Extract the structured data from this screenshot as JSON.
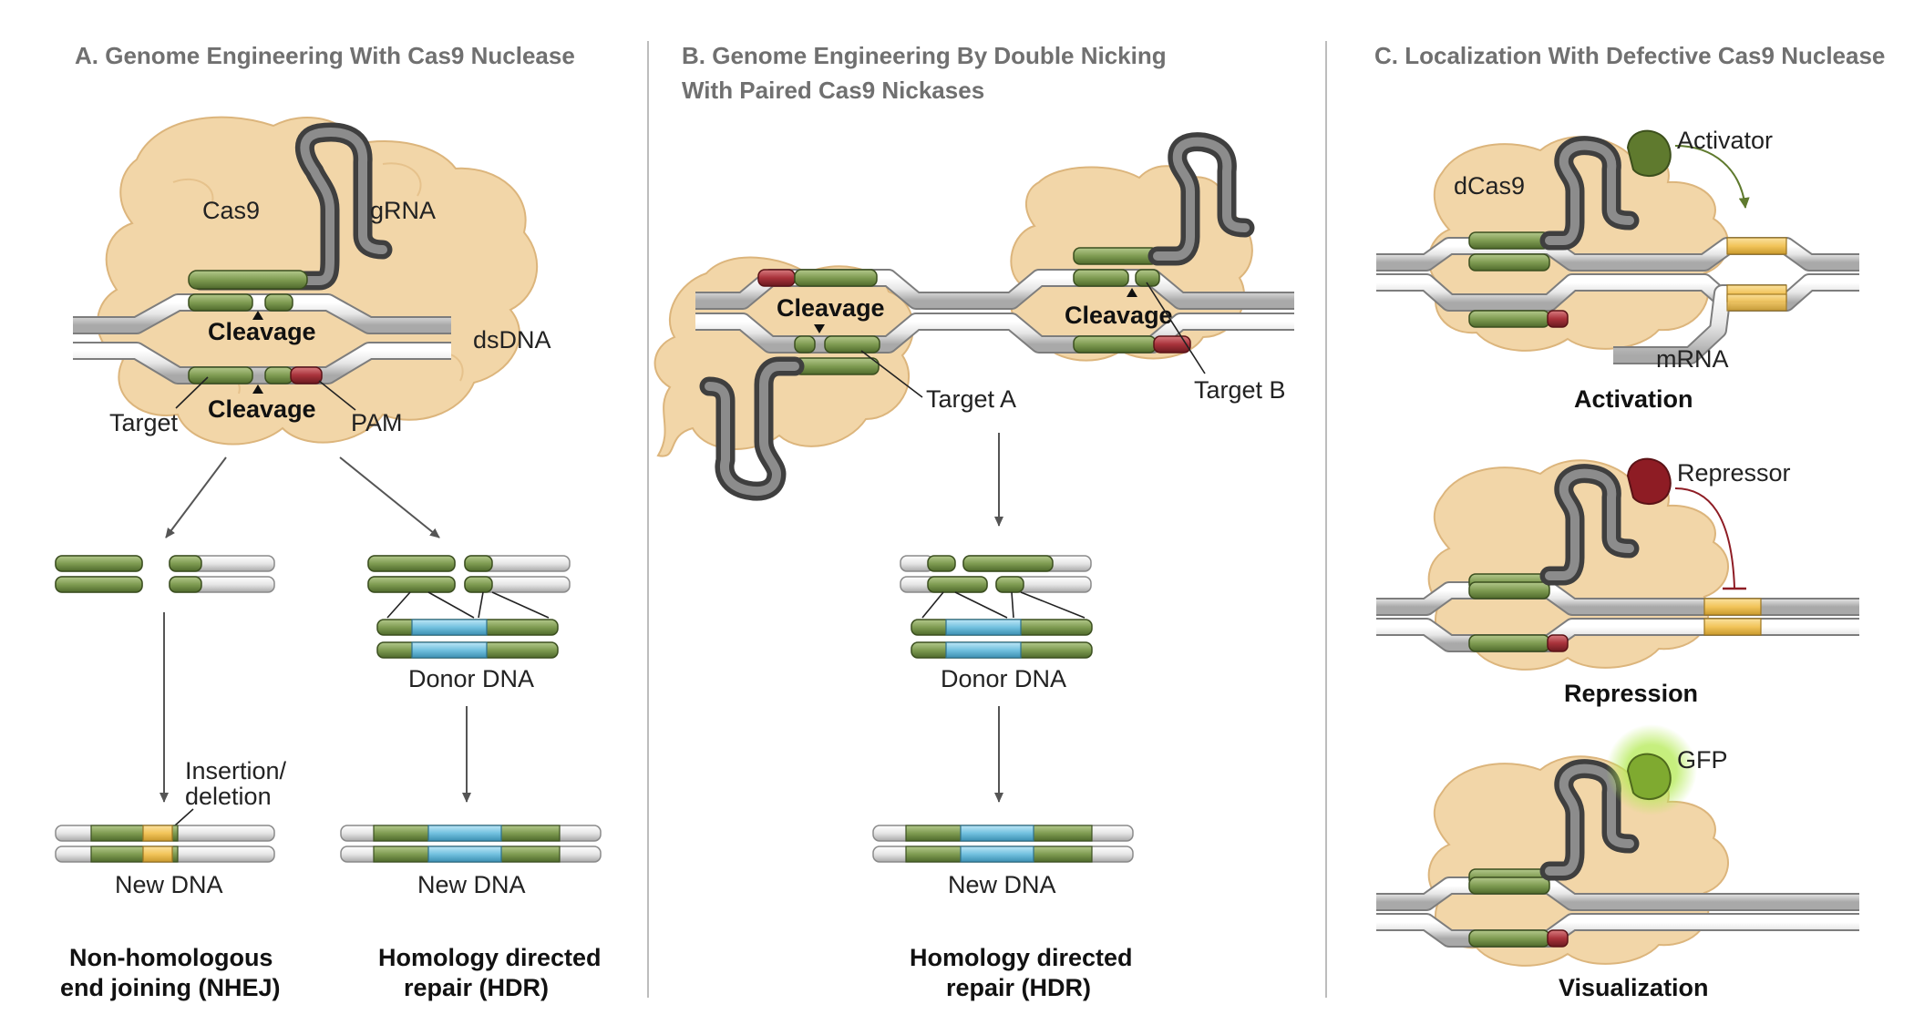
{
  "panels": {
    "a": {
      "title": "A. Genome Engineering With Cas9 Nuclease",
      "cas9": "Cas9",
      "grna": "gRNA",
      "cleavage_top": "Cleavage",
      "cleavage_bottom": "Cleavage",
      "dsdna": "dsDNA",
      "target": "Target",
      "pam": "PAM",
      "insertion": "Insertion/",
      "deletion": "deletion",
      "donor_dna": "Donor DNA",
      "new_dna_left": "New DNA",
      "new_dna_right": "New DNA",
      "nhej_line1": "Non-homologous",
      "nhej_line2": "end joining (NHEJ)",
      "hdr_line1": "Homology directed",
      "hdr_line2": "repair (HDR)"
    },
    "b": {
      "title_line1": "B. Genome Engineering By Double Nicking",
      "title_line2": "With Paired Cas9 Nickases",
      "cleavage_left": "Cleavage",
      "cleavage_right": "Cleavage",
      "target_a": "Target A",
      "target_b": "Target B",
      "donor_dna": "Donor DNA",
      "new_dna": "New DNA",
      "hdr_line1": "Homology directed",
      "hdr_line2": "repair (HDR)"
    },
    "c": {
      "title": "C. Localization With Defective Cas9 Nuclease",
      "dcas9": "dCas9",
      "activator": "Activator",
      "mrna": "mRNA",
      "activation": "Activation",
      "repressor": "Repressor",
      "repression": "Repression",
      "gfp": "GFP",
      "visualization": "Visualization"
    }
  },
  "colors": {
    "protein": "#f2d6a8",
    "protein_edge": "#dcb57c",
    "dna_strand": "#e8e8e8",
    "target_green": "#7c9a4e",
    "pam_red": "#a8323a",
    "donor_blue": "#6fbfdc",
    "gene_yellow": "#f2c45a",
    "grna_gray": "#5a5a5a",
    "activator": "#5f7a2e",
    "repressor": "#8e1c24",
    "gfp": "#8fcf3a",
    "divider": "#bdbdbd"
  }
}
